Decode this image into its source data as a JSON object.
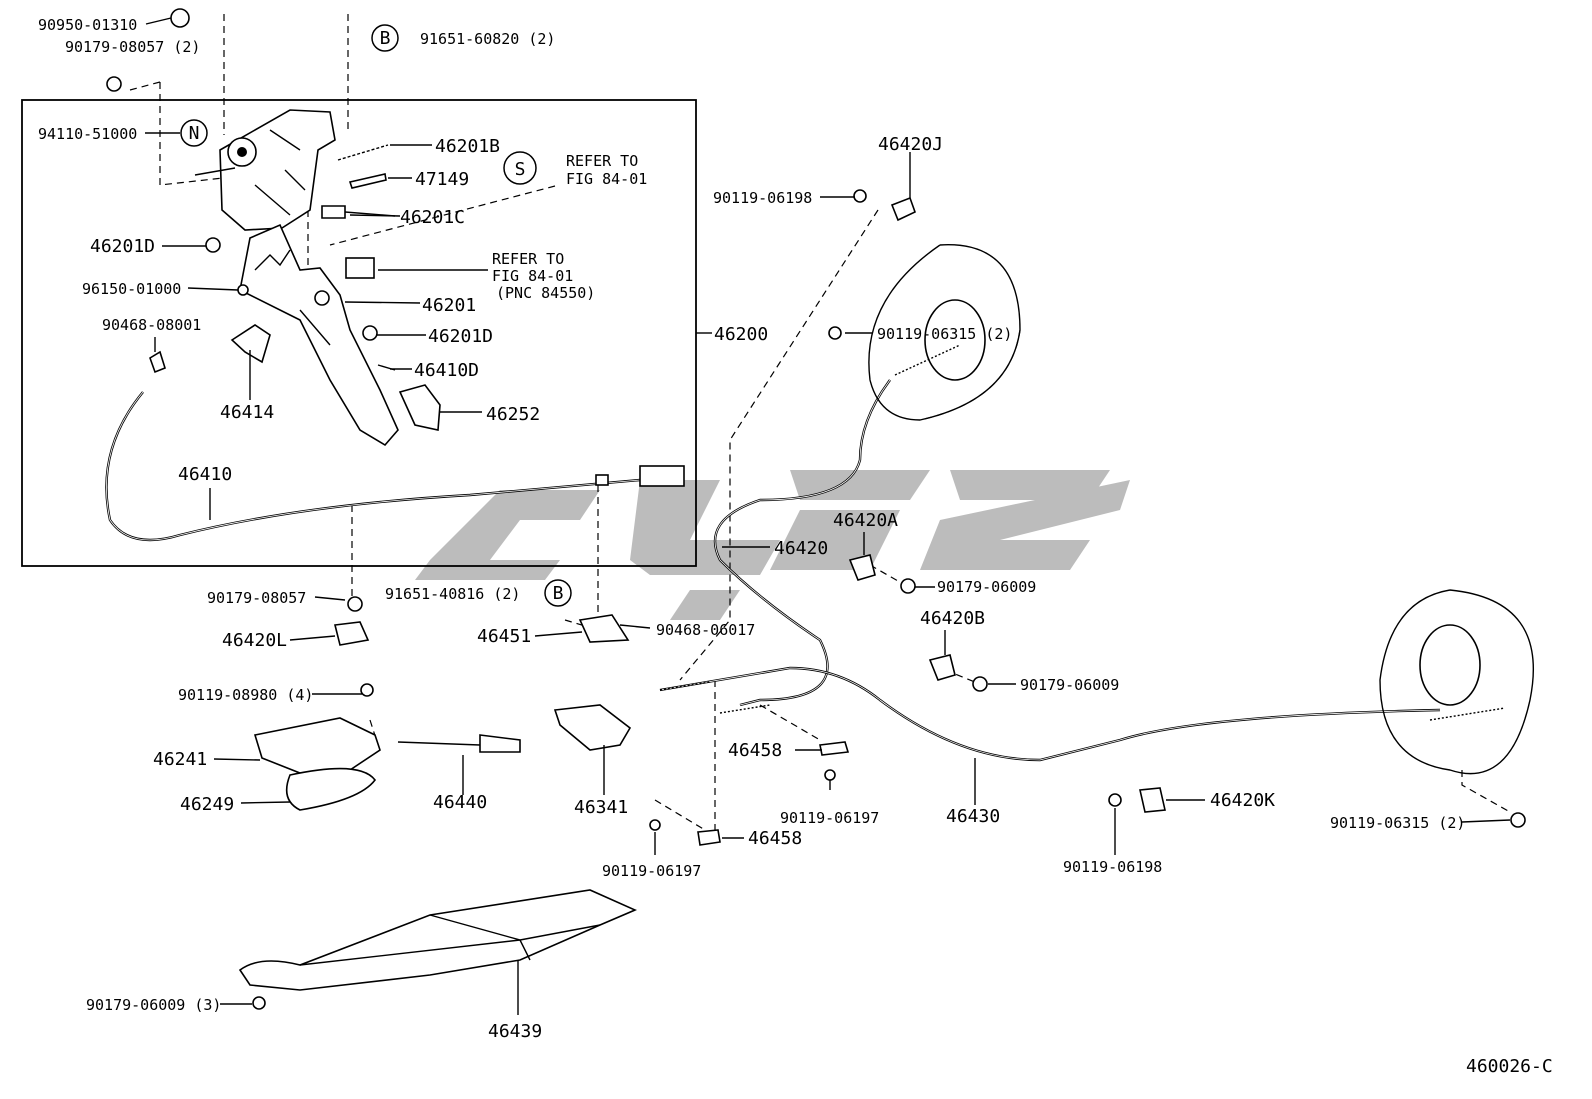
{
  "diagram": {
    "figure_code": "460026-C",
    "watermark_color": "#b9b9b9",
    "callouts": {
      "N": "N",
      "B": "B",
      "S": "S"
    },
    "parts": {
      "p90950_01310": "90950-01310",
      "p90179_08057_2": "90179-08057 (2)",
      "p91651_60820_2": "91651-60820 (2)",
      "p94110_51000": "94110-51000",
      "p46201B": "46201B",
      "refer_s_1": "REFER TO",
      "refer_s_2": "FIG 84-01",
      "p47149": "47149",
      "p46201C": "46201C",
      "p46420J": "46420J",
      "p90119_06198_top": "90119-06198",
      "p46201D_left": "46201D",
      "refer2_1": "REFER TO",
      "refer2_2": "FIG 84-01",
      "refer2_3": "(PNC 84550)",
      "p96150_01000": "96150-01000",
      "p46201": "46201",
      "p90468_08001": "90468-08001",
      "p46201D_right": "46201D",
      "p46200": "46200",
      "p90119_06315_2_top": "90119-06315 (2)",
      "p46410D": "46410D",
      "p46414": "46414",
      "p46252": "46252",
      "p46410": "46410",
      "p46420A": "46420A",
      "p46420": "46420",
      "p90179_06009_a": "90179-06009",
      "p90179_08057": "90179-08057",
      "p91651_40816_2": "91651-40816 (2)",
      "p46420B": "46420B",
      "p46420L": "46420L",
      "p46451": "46451",
      "p90468_06017": "90468-06017",
      "p90179_06009_b": "90179-06009",
      "p90119_08980_4": "90119-08980 (4)",
      "p46241": "46241",
      "p46458_a": "46458",
      "p46249": "46249",
      "p46440": "46440",
      "p46341": "46341",
      "p90119_06197_a": "90119-06197",
      "p46430": "46430",
      "p46420K": "46420K",
      "p90119_06315_2_bot": "90119-06315 (2)",
      "p46458_b": "46458",
      "p90119_06197_b": "90119-06197",
      "p90119_06198_bot": "90119-06198",
      "p90179_06009_3": "90179-06009 (3)",
      "p46439": "46439"
    }
  }
}
